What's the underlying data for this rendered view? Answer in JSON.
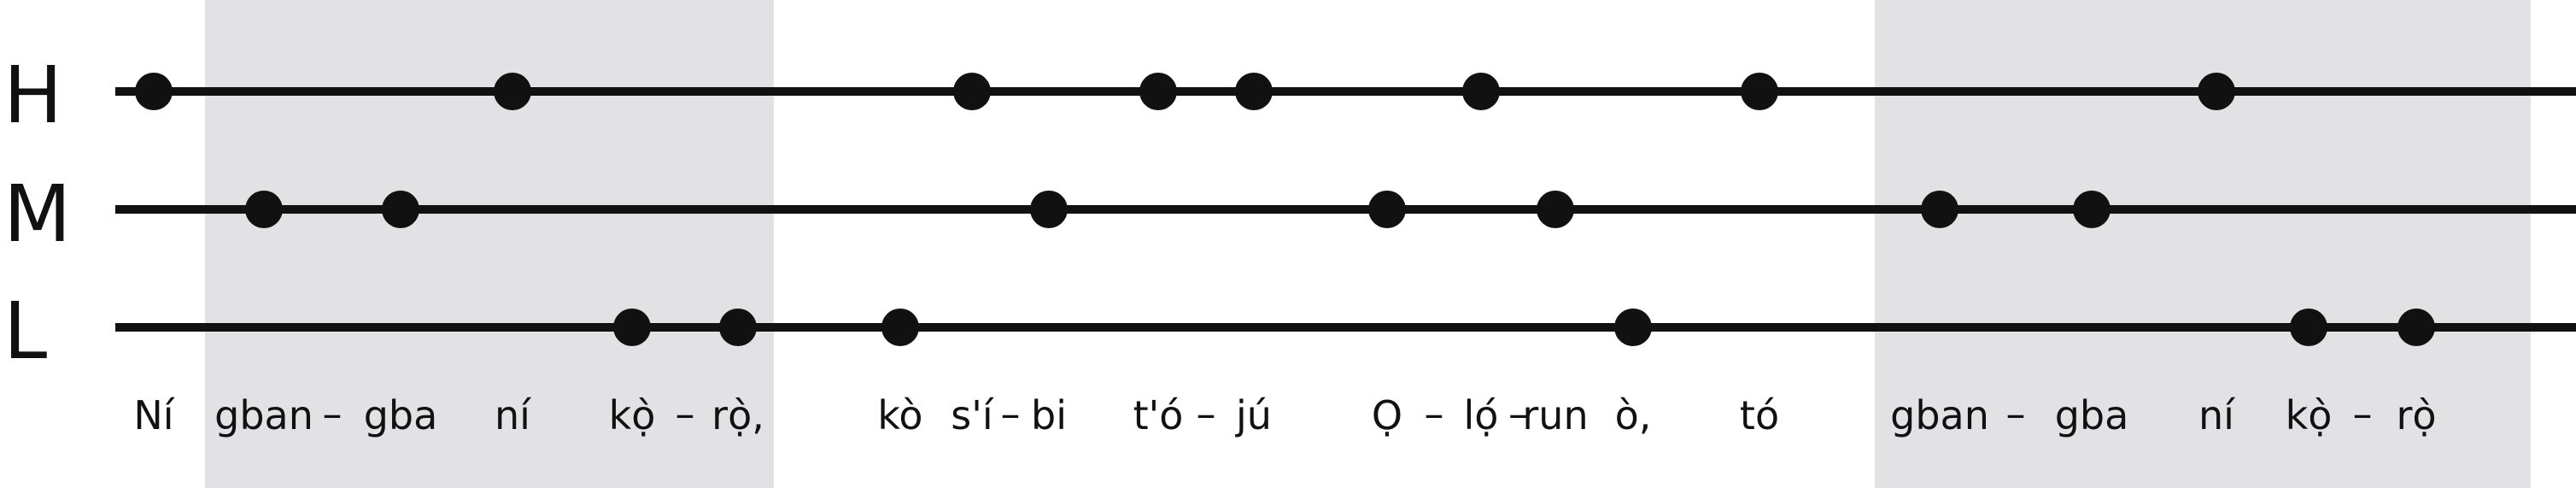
{
  "tiers": [
    {
      "label": "H"
    },
    {
      "label": "M"
    },
    {
      "label": "L"
    }
  ],
  "syllables": [
    {
      "text": "Ní",
      "tone": "H"
    },
    {
      "text": "gban",
      "tone": "M"
    },
    {
      "text": "gba",
      "tone": "M"
    },
    {
      "text": "ní",
      "tone": "H"
    },
    {
      "text": "kọ̀",
      "tone": "L"
    },
    {
      "text": "rọ̀,",
      "tone": "L"
    },
    {
      "text": "kò",
      "tone": "L"
    },
    {
      "text": "s'í",
      "tone": "H"
    },
    {
      "text": "bi",
      "tone": "M"
    },
    {
      "text": "t'ó",
      "tone": "H"
    },
    {
      "text": "jú",
      "tone": "H"
    },
    {
      "text": "Ọ",
      "tone": "M"
    },
    {
      "text": "lọ́",
      "tone": "H"
    },
    {
      "text": "run",
      "tone": "M"
    },
    {
      "text": "ò,",
      "tone": "L"
    },
    {
      "text": "tó",
      "tone": "H"
    },
    {
      "text": "gban",
      "tone": "M"
    },
    {
      "text": "gba",
      "tone": "M"
    },
    {
      "text": "ní",
      "tone": "H"
    },
    {
      "text": "kọ̀",
      "tone": "L"
    },
    {
      "text": "rọ̀",
      "tone": "L"
    }
  ],
  "separator": "–",
  "colors": {
    "line": "#111111",
    "dot": "#111111",
    "shade": "#e2e2e4",
    "text": "#111111"
  }
}
